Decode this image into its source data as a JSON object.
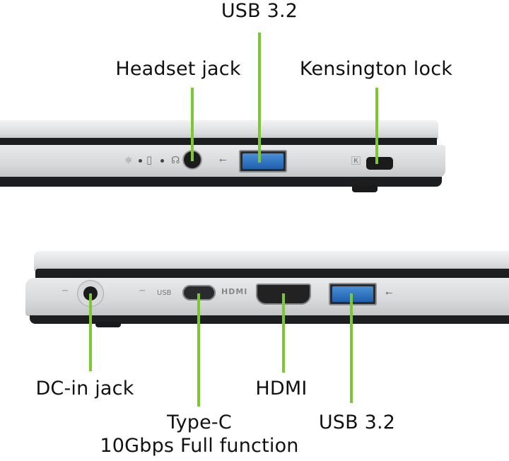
{
  "top_view": {
    "labels": {
      "usb": "USB 3.2",
      "headset": "Headset jack",
      "kensington": "Kensington lock"
    },
    "icons": [
      "power-light-icon",
      "battery-charge-icon",
      "headset-icon",
      "usb-symbol-icon",
      "lock-symbol-icon"
    ]
  },
  "bottom_view": {
    "labels": {
      "dc": "DC-in jack",
      "hdmi": "HDMI",
      "typec": "Type-C",
      "typec_sub": "10Gbps Full function",
      "usb": "USB 3.2"
    },
    "port_marks": {
      "hdmi_logo": "HDMI",
      "usb_c_logo": "USB"
    }
  },
  "colors": {
    "callout": "#7cc832",
    "usb_blue": "#2f74c4"
  }
}
